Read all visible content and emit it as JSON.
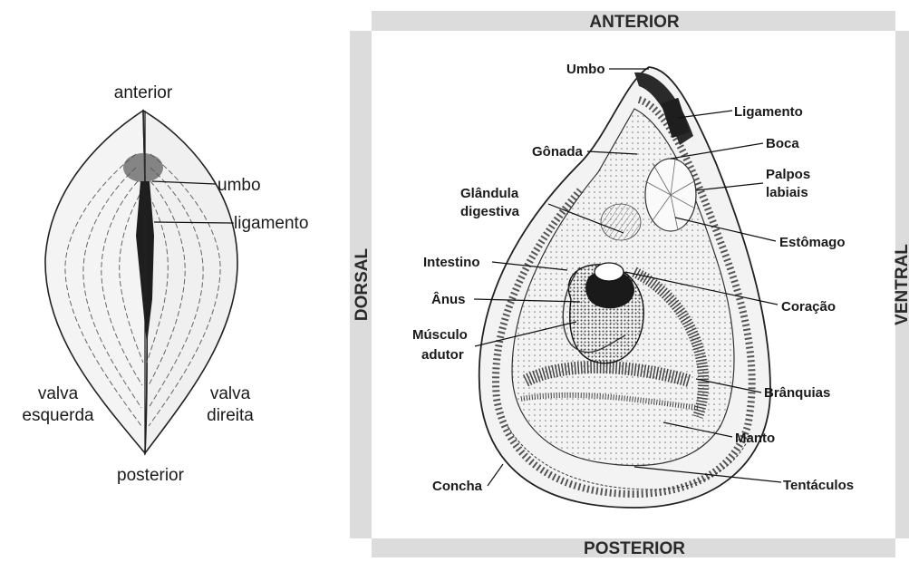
{
  "left_figure": {
    "labels": {
      "anterior": "anterior",
      "umbo": "umbo",
      "ligamento": "ligamento",
      "valva_esquerda_1": "valva",
      "valva_esquerda_2": "esquerda",
      "valva_direita_1": "valva",
      "valva_direita_2": "direita",
      "posterior": "posterior"
    }
  },
  "right_figure": {
    "frame": {
      "top": "ANTERIOR",
      "bottom": "POSTERIOR",
      "left": "DORSAL",
      "right": "VENTRAL"
    },
    "labels": {
      "umbo": "Umbo",
      "ligamento": "Ligamento",
      "gonada": "Gônada",
      "boca": "Boca",
      "palpos_1": "Palpos",
      "palpos_2": "labiais",
      "glandula_1": "Glândula",
      "glandula_2": "digestiva",
      "estomago": "Estômago",
      "intestino": "Intestino",
      "anus": "Ânus",
      "coracao": "Coração",
      "musculo_1": "Músculo",
      "musculo_2": "adutor",
      "branquias": "Brânquias",
      "manto": "Manto",
      "concha": "Concha",
      "tentaculos": "Tentáculos"
    }
  }
}
